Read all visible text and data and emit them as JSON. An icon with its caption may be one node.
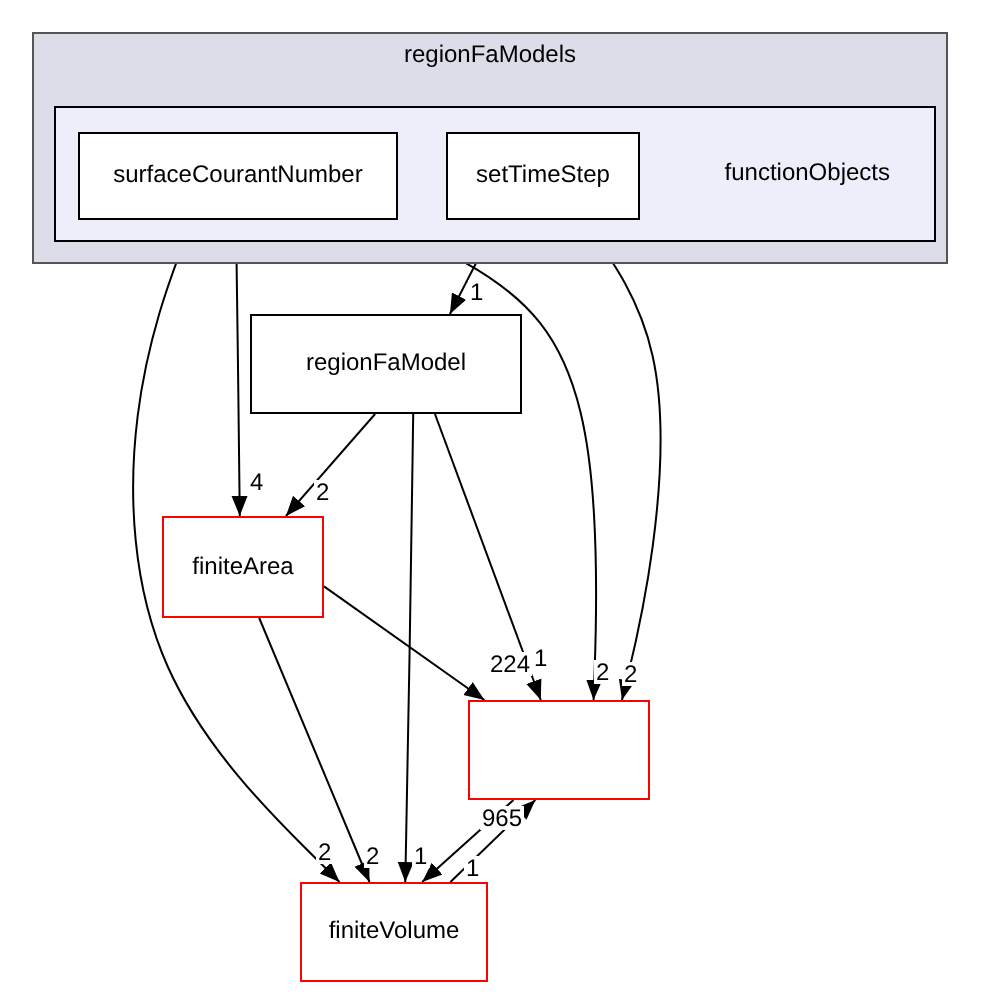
{
  "diagram": {
    "nodes": [
      {
        "text": [
          "regionFaModels"
        ]
      },
      {
        "text": [
          "functionObjects"
        ],
        "in": 0
      },
      {
        "text": [
          "surfaceCourantNumber"
        ],
        "in": 1
      },
      {
        "text": [
          "setTimeStep"
        ],
        "in": 1
      },
      {
        "text": [
          "regionFaModel"
        ]
      },
      {
        "text": [
          "finiteArea"
        ]
      },
      {
        "text": [],
        "shape": "box"
      },
      {
        "text": [
          "finiteVolume"
        ]
      }
    ],
    "edges": [
      {
        "from": 2,
        "to": 5,
        "arrow": "to",
        "label": "4"
      },
      {
        "from": 2,
        "to": 7,
        "arrow": "to",
        "label": "2"
      },
      {
        "from": 2,
        "to": 6,
        "arrow": "to",
        "label": "2"
      },
      {
        "from": 3,
        "to": 4,
        "arrow": "to",
        "label": "1"
      },
      {
        "from": 3,
        "to": 6,
        "arrow": "to",
        "label": "2"
      },
      {
        "from": 4,
        "to": 5,
        "arrow": "to",
        "label": "2"
      },
      {
        "from": 4,
        "to": 7,
        "arrow": "to",
        "label": "1"
      },
      {
        "from": 4,
        "to": 6,
        "arrow": "to",
        "label": "1"
      },
      {
        "from": 5,
        "to": 6,
        "arrow": "to",
        "label": "224"
      },
      {
        "from": 5,
        "to": 7,
        "arrow": "to",
        "label": "2"
      },
      {
        "from": 6,
        "to": 7,
        "arrow": "to",
        "label": "965"
      },
      {
        "from": 7,
        "to": 6,
        "arrow": "to",
        "label": "1"
      }
    ]
  }
}
